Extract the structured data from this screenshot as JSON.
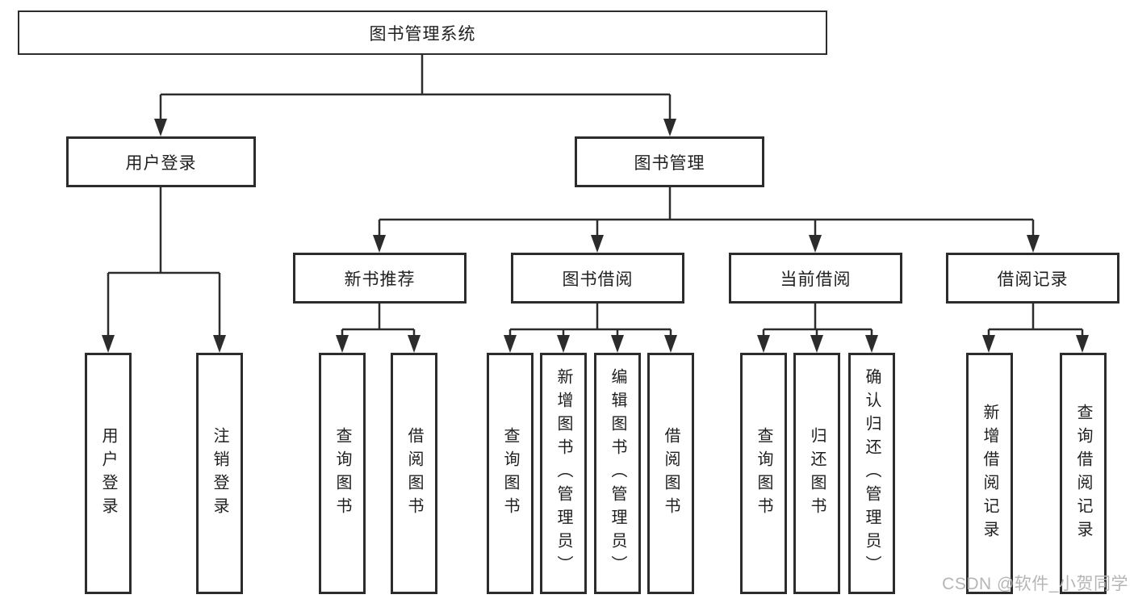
{
  "diagram": {
    "root_label": "图书管理系统",
    "level2": [
      {
        "label": "用户登录",
        "children": [
          "用户登录",
          "注销登录"
        ]
      },
      {
        "label": "图书管理"
      }
    ],
    "sections": [
      {
        "label": "新书推荐",
        "children": [
          "查询图书",
          "借阅图书"
        ]
      },
      {
        "label": "图书借阅",
        "children": [
          "查询图书",
          "新增图书（管理员）",
          "编辑图书（管理员）",
          "借阅图书"
        ]
      },
      {
        "label": "当前借阅",
        "children": [
          "查询图书",
          "归还图书",
          "确认归还（管理员）"
        ]
      },
      {
        "label": "借阅记录",
        "children": [
          "新增借阅记录",
          "查询借阅记录"
        ]
      }
    ],
    "watermark": "CSDN @软件_小贺同学",
    "colors": {
      "line": "#2c2c2c",
      "border": "#2c2c2c",
      "text": "#1f1f1f",
      "watermark": "#b5b5b5",
      "background": "#ffffff"
    }
  }
}
